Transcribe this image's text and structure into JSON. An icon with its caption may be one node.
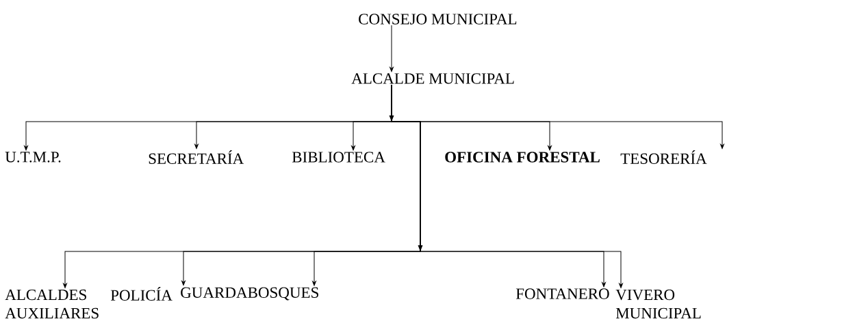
{
  "diagram": {
    "nodes": [
      {
        "text": [
          "CONSEJO MUNICIPAL"
        ]
      },
      {
        "text": [
          "ALCALDE MUNICIPAL"
        ]
      },
      {
        "text": [
          "U.T.M.P."
        ]
      },
      {
        "text": [
          "SECRETARÍA"
        ]
      },
      {
        "text": [
          "BIBLIOTECA"
        ]
      },
      {
        "text": [
          "OFICINA FORESTAL"
        ]
      },
      {
        "text": [
          "TESORERÍA"
        ]
      },
      {
        "text": [
          "ALCALDES AUXILIARES"
        ]
      },
      {
        "text": [
          "POLICÍA"
        ]
      },
      {
        "text": [
          "GUARDABOSQUES"
        ]
      },
      {
        "text": [
          "FONTANERO"
        ]
      },
      {
        "text": [
          "VIVERO MUNICIPAL"
        ]
      }
    ],
    "edges": [
      {
        "from": 0,
        "to": 1,
        "arrow": "to"
      },
      {
        "from": 1,
        "to": 2,
        "arrow": "to"
      },
      {
        "from": 1,
        "to": 3,
        "arrow": "to"
      },
      {
        "from": 1,
        "to": 4,
        "arrow": "to"
      },
      {
        "from": 1,
        "to": 5,
        "arrow": "to"
      },
      {
        "from": 1,
        "to": 6,
        "arrow": "to"
      },
      {
        "from": 1,
        "to": 7,
        "arrow": "to"
      },
      {
        "from": 1,
        "to": 8,
        "arrow": "to"
      },
      {
        "from": 1,
        "to": 9,
        "arrow": "to"
      },
      {
        "from": 1,
        "to": 10,
        "arrow": "to"
      },
      {
        "from": 1,
        "to": 11,
        "arrow": "to"
      }
    ]
  }
}
